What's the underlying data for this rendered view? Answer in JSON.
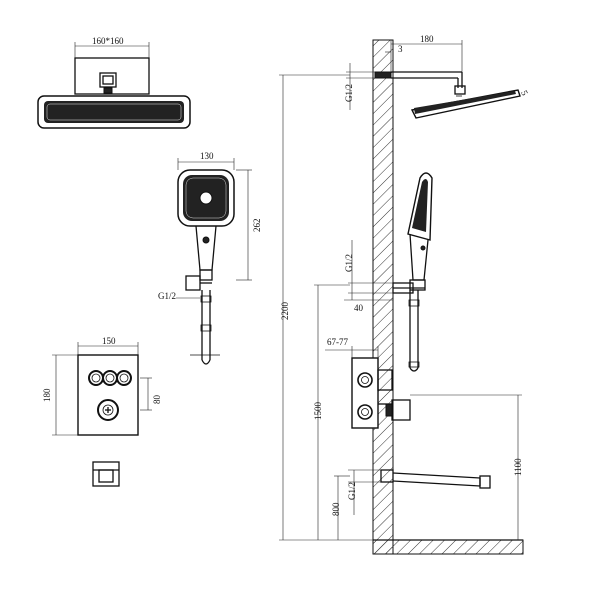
{
  "labels": {
    "head_square": "160*160",
    "head_width": "180",
    "wall_gap": "3",
    "head_diag": "5",
    "handheld_width": "130",
    "handheld_height": "262",
    "thread_top": "G1/2",
    "thread_handheld_left": "G1/2",
    "thread_mid": "G1/2",
    "offset_40": "40",
    "range": "67-77",
    "panel_width": "150",
    "panel_height": "180",
    "panel_80": "80",
    "h_total": "2200",
    "h_valve": "1500",
    "h_spout": "1100",
    "h_low": "800",
    "thread_low": "G1/2"
  },
  "colors": {
    "line": "#111111",
    "hatch": "#333333"
  }
}
